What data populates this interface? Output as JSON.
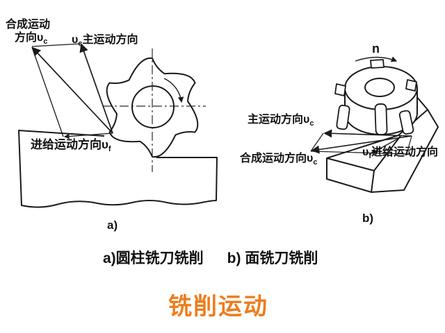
{
  "title": {
    "text": "铣削运动"
  },
  "caption": {
    "a": "a)圆柱铣刀铣削",
    "b": "b) 面铣刀铣削"
  },
  "figure_labels": {
    "a": "a)",
    "b": "b)"
  },
  "left_diagram": {
    "name": "cylindrical milling cutter milling",
    "resultant_line1": "合成运动",
    "resultant_line2_pre": "方向υ",
    "resultant_sub": "c",
    "main_pre": "υ",
    "main_sub": "c",
    "main_post": "主运动方向",
    "feed_pre": "进给运动方向υ",
    "feed_sub": "f"
  },
  "right_diagram": {
    "name": "face milling cutter milling",
    "spindle_speed": "n",
    "main_pre": "主运动方向υ",
    "main_sub": "c",
    "resultant_pre": "合成运动方向υ",
    "resultant_sub": "c",
    "feed_pre": "υ",
    "feed_sub": "f",
    "feed_post": "进给运动方向"
  },
  "colors": {
    "ink": "#1a1a1a",
    "accent_orange": "#ED7D1F",
    "background": "#FFFFFF"
  }
}
